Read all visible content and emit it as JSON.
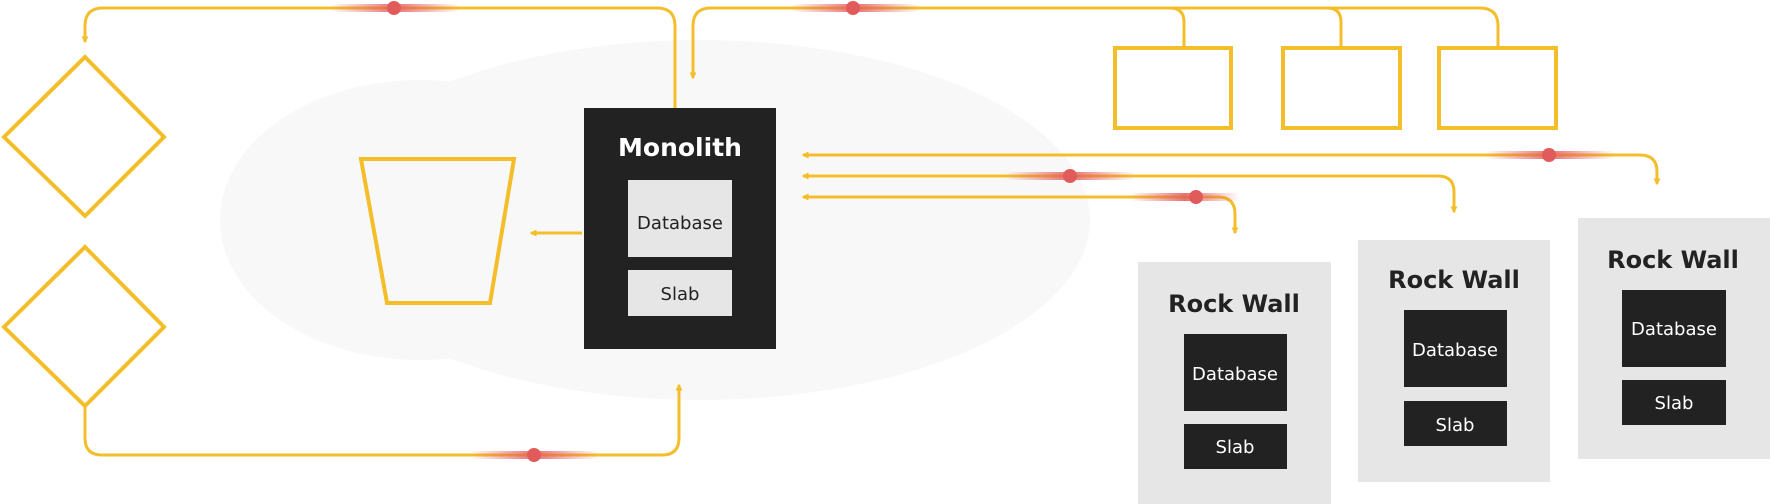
{
  "colors": {
    "connector": "#F4BE2A",
    "packet": "#E25B5B",
    "monolith_fill": "#222222",
    "monolith_inner_fill": "#E6E6E6",
    "rockwall_fill": "#E6E6E6",
    "rockwall_inner_fill": "#222222",
    "shape_outline": "#F4BE2A",
    "background_blob": "#F7F7F7"
  },
  "monolith": {
    "title": "Monolith",
    "database_label": "Database",
    "slab_label": "Slab"
  },
  "rock_walls": [
    {
      "title": "Rock Wall",
      "database_label": "Database",
      "slab_label": "Slab"
    },
    {
      "title": "Rock Wall",
      "database_label": "Database",
      "slab_label": "Slab"
    },
    {
      "title": "Rock Wall",
      "database_label": "Database",
      "slab_label": "Slab"
    }
  ],
  "icons": [
    "diamond-icon",
    "trapezoid-icon",
    "rectangle-icon",
    "arrow-icon",
    "packet-dot-icon"
  ]
}
